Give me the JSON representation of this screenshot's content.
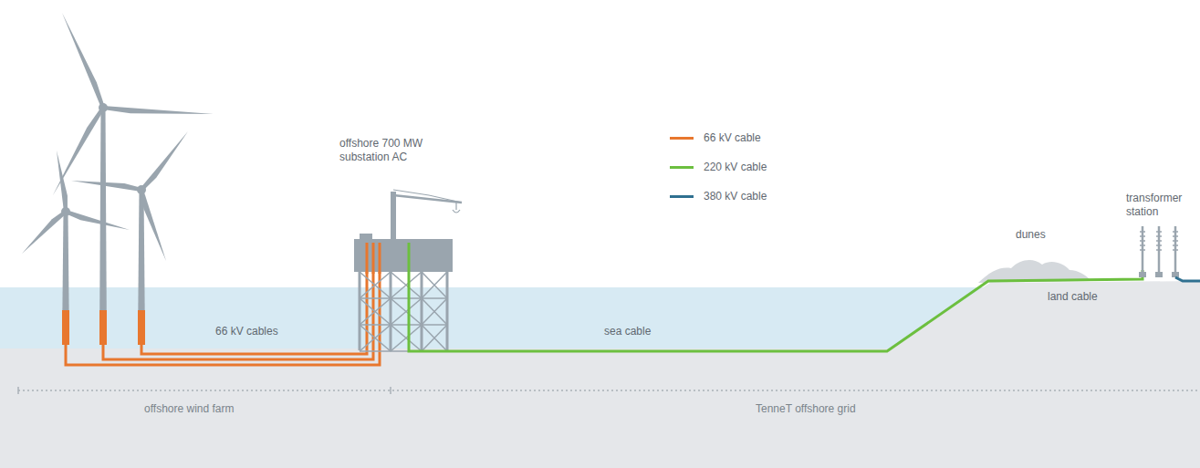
{
  "diagram": {
    "labels": [
      "offshore 700 MW substation AC",
      "66 kV cables",
      "sea cable",
      "dunes",
      "land cable",
      "transformer station",
      "offshore wind farm",
      "TenneT offshore grid"
    ],
    "legend": [
      {
        "text": "66 kV cable",
        "color": "#e8772e"
      },
      {
        "text": "220 kV cable",
        "color": "#6cbf3f"
      },
      {
        "text": "380 kV cable",
        "color": "#2f7090"
      }
    ]
  }
}
